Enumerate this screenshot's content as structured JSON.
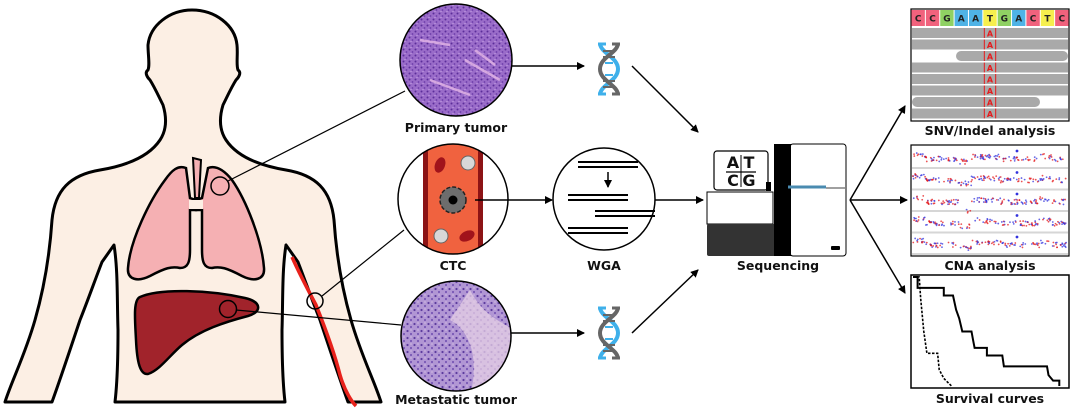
{
  "figure": {
    "labels": {
      "primary_tumor": "Primary tumor",
      "ctc": "CTC",
      "metastatic_tumor": "Metastatic tumor",
      "wga": "WGA",
      "sequencing": "Sequencing",
      "snv_indel": "SNV/Indel analysis",
      "cna": "CNA analysis",
      "survival": "Survival curves"
    },
    "sequencer_panel": {
      "top_left": "A",
      "top_right": "T",
      "bottom_left": "C",
      "bottom_right": "G"
    },
    "reference_sequence": [
      "C",
      "C",
      "G",
      "A",
      "A",
      "T",
      "G",
      "A",
      "C",
      "T",
      "C"
    ],
    "mutation_base": "A",
    "mutation_read_count": 8,
    "base_colors": {
      "A": "#4fb3e6",
      "C": "#f1627d",
      "G": "#8fd163",
      "T": "#f6ef4e"
    },
    "colors": {
      "skin": "#fcefe4",
      "lung": "#f5b0b3",
      "liver": "#a1232b",
      "vessel": "#e8221c",
      "blood": "#f0623f",
      "vessel_wall": "#8c1315",
      "dna_blue": "#3fb0ea",
      "dna_gray": "#666666",
      "seq_bar": "#4a8bb0"
    },
    "survival_curves": {
      "solid": [
        [
          0,
          1.0
        ],
        [
          0.03,
          1.0
        ],
        [
          0.03,
          0.9
        ],
        [
          0.2,
          0.9
        ],
        [
          0.2,
          0.83
        ],
        [
          0.26,
          0.83
        ],
        [
          0.28,
          0.7
        ],
        [
          0.3,
          0.62
        ],
        [
          0.32,
          0.5
        ],
        [
          0.38,
          0.5
        ],
        [
          0.39,
          0.42
        ],
        [
          0.4,
          0.35
        ],
        [
          0.48,
          0.35
        ],
        [
          0.48,
          0.28
        ],
        [
          0.58,
          0.28
        ],
        [
          0.59,
          0.18
        ],
        [
          0.87,
          0.18
        ],
        [
          0.88,
          0.1
        ],
        [
          0.91,
          0.05
        ],
        [
          0.95,
          0.05
        ],
        [
          0.95,
          0.0
        ]
      ],
      "dashed": [
        [
          0,
          1.0
        ],
        [
          0.04,
          1.0
        ],
        [
          0.05,
          0.8
        ],
        [
          0.07,
          0.5
        ],
        [
          0.09,
          0.3
        ],
        [
          0.16,
          0.3
        ],
        [
          0.17,
          0.15
        ],
        [
          0.2,
          0.07
        ],
        [
          0.25,
          0.0
        ]
      ]
    }
  }
}
